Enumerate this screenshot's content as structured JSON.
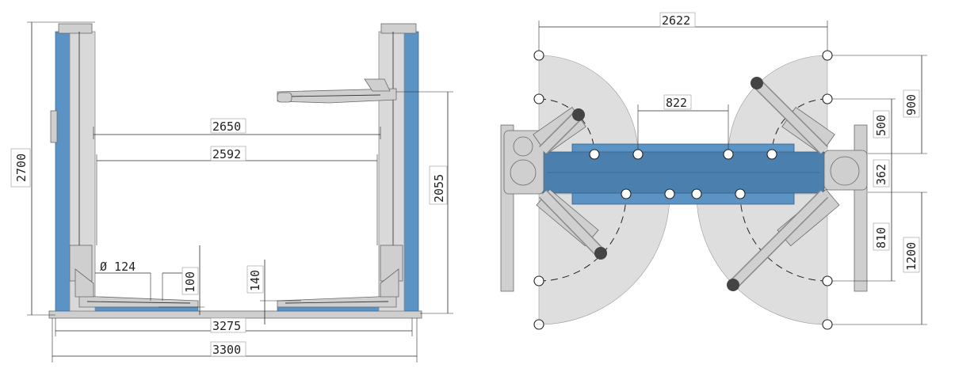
{
  "side_view": {
    "dims": {
      "height_total": "2700",
      "inner_width_top": "2650",
      "inner_width_bottom": "2592",
      "max_lift": "2055",
      "pad_diameter": "Ø 124",
      "min_height_a": "100",
      "min_height_b": "140",
      "base_width": "3275",
      "overall_width": "3300"
    }
  },
  "top_view": {
    "dims": {
      "overall": "2622",
      "arm_gap": "822",
      "arm_short": "500",
      "arm_total_upper": "900",
      "center": "362",
      "arm_short_lower": "810",
      "arm_total_lower": "1200"
    }
  },
  "colors": {
    "post_blue": "#5b93c4",
    "swing_area": "#dedede",
    "metal_grey": "#cfcfcf"
  }
}
